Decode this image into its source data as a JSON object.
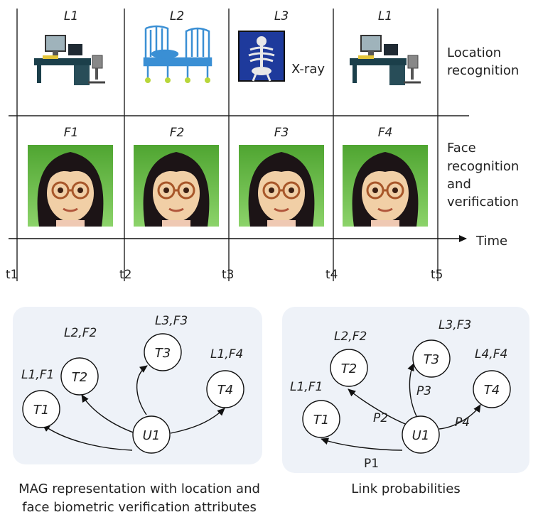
{
  "timeline": {
    "location_row_label": [
      "Location",
      "recognition"
    ],
    "face_row_label": [
      "Face",
      "recognition",
      "and",
      "verification"
    ],
    "axis_label": "Time",
    "times": [
      "t1",
      "t2",
      "t3",
      "t4",
      "t5"
    ],
    "columns": [
      {
        "location": "L1",
        "location_icon": "computer-desk-icon",
        "face": "F1"
      },
      {
        "location": "L2",
        "location_icon": "hospital-bed-icon",
        "face": "F2"
      },
      {
        "location": "L3",
        "location_icon": "xray-icon",
        "location_text": "X-ray",
        "face": "F3"
      },
      {
        "location": "L1",
        "location_icon": "computer-desk-icon",
        "face": "F4"
      }
    ]
  },
  "mag_graph": {
    "caption": [
      "MAG representation with location and",
      "face biometric verification attributes"
    ],
    "center": "U1",
    "nodes": [
      {
        "id": "T1",
        "attr": "L1,F1"
      },
      {
        "id": "T2",
        "attr": "L2,F2"
      },
      {
        "id": "T3",
        "attr": "L3,F3"
      },
      {
        "id": "T4",
        "attr": "L1,F4"
      }
    ]
  },
  "link_graph": {
    "caption": "Link probabilities",
    "center": "U1",
    "nodes": [
      {
        "id": "T1",
        "attr": "L1,F1",
        "prob": "P1"
      },
      {
        "id": "T2",
        "attr": "L2,F2",
        "prob": "P2"
      },
      {
        "id": "T3",
        "attr": "L3,F3",
        "prob": "P3"
      },
      {
        "id": "T4",
        "attr": "L4,F4",
        "prob": "P4"
      }
    ]
  }
}
